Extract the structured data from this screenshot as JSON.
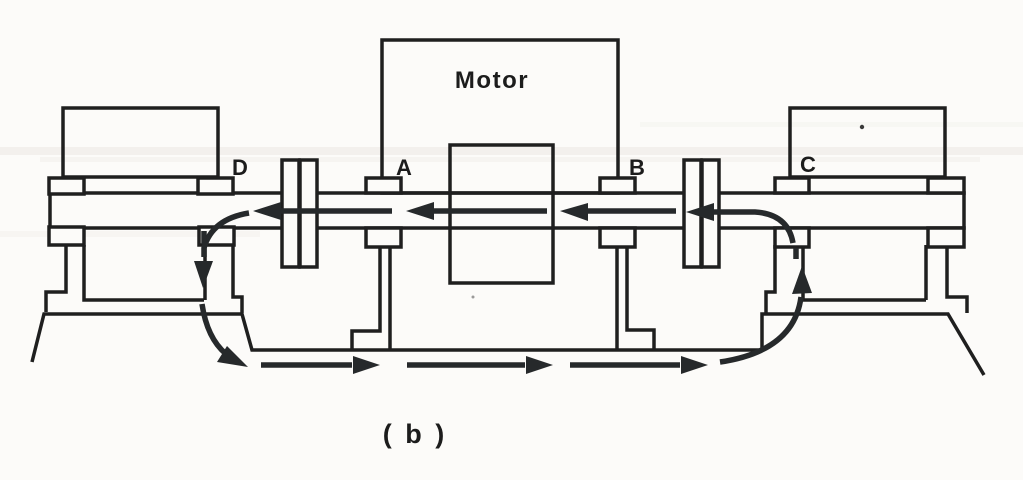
{
  "figure": {
    "caption": "( b )",
    "labels": {
      "motor": "Motor",
      "bearing_a": "A",
      "bearing_b": "B",
      "bearing_c": "C",
      "bearing_d": "D"
    },
    "colors": {
      "ink": "#1f1f1f",
      "arrow": "#26292b",
      "paper": "#fcfbf9"
    }
  }
}
